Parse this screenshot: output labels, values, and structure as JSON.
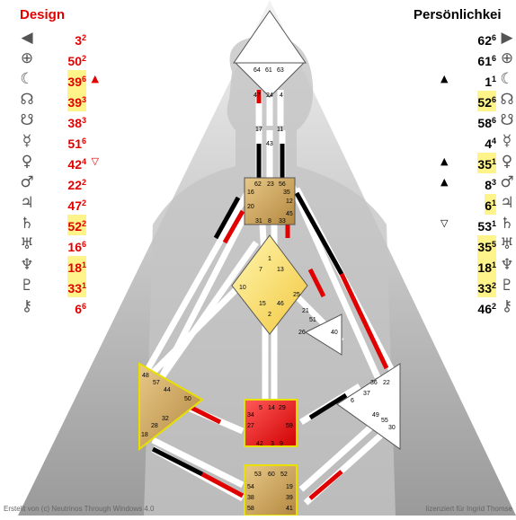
{
  "design": {
    "title": "Design",
    "rows": [
      {
        "icon": "◀",
        "num": "3",
        "line": "2",
        "hl": false,
        "arrow": ""
      },
      {
        "icon": "⊕",
        "num": "50",
        "line": "2",
        "hl": false,
        "arrow": ""
      },
      {
        "icon": "☾",
        "num": "39",
        "line": "6",
        "hl": true,
        "arrow": "▲"
      },
      {
        "icon": "☊",
        "num": "39",
        "line": "3",
        "hl": true,
        "arrow": ""
      },
      {
        "icon": "☋",
        "num": "38",
        "line": "3",
        "hl": false,
        "arrow": ""
      },
      {
        "icon": "☿",
        "num": "51",
        "line": "6",
        "hl": false,
        "arrow": ""
      },
      {
        "icon": "♀",
        "num": "42",
        "line": "4",
        "hl": false,
        "arrow": "▽"
      },
      {
        "icon": "♂",
        "num": "22",
        "line": "2",
        "hl": false,
        "arrow": ""
      },
      {
        "icon": "♃",
        "num": "47",
        "line": "2",
        "hl": false,
        "arrow": ""
      },
      {
        "icon": "♄",
        "num": "52",
        "line": "2",
        "hl": true,
        "arrow": ""
      },
      {
        "icon": "♅",
        "num": "16",
        "line": "6",
        "hl": false,
        "arrow": ""
      },
      {
        "icon": "♆",
        "num": "18",
        "line": "1",
        "hl": true,
        "arrow": ""
      },
      {
        "icon": "♇",
        "num": "33",
        "line": "1",
        "hl": true,
        "arrow": ""
      },
      {
        "icon": "⚷",
        "num": "6",
        "line": "6",
        "hl": false,
        "arrow": ""
      }
    ]
  },
  "personality": {
    "title": "Persönlichkei",
    "rows": [
      {
        "icon": "▶",
        "num": "62",
        "line": "6",
        "hl": false,
        "arrow": ""
      },
      {
        "icon": "⊕",
        "num": "61",
        "line": "6",
        "hl": false,
        "arrow": ""
      },
      {
        "icon": "☾",
        "num": "1",
        "line": "1",
        "hl": false,
        "arrow": "▲"
      },
      {
        "icon": "☊",
        "num": "52",
        "line": "6",
        "hl": true,
        "arrow": ""
      },
      {
        "icon": "☋",
        "num": "58",
        "line": "6",
        "hl": false,
        "arrow": ""
      },
      {
        "icon": "☿",
        "num": "4",
        "line": "4",
        "hl": false,
        "arrow": ""
      },
      {
        "icon": "♀",
        "num": "35",
        "line": "1",
        "hl": true,
        "arrow": "▲"
      },
      {
        "icon": "♂",
        "num": "8",
        "line": "3",
        "hl": false,
        "arrow": "▲"
      },
      {
        "icon": "♃",
        "num": "6",
        "line": "1",
        "hl": true,
        "arrow": ""
      },
      {
        "icon": "♄",
        "num": "53",
        "line": "1",
        "hl": false,
        "arrow": "▽"
      },
      {
        "icon": "♅",
        "num": "35",
        "line": "5",
        "hl": true,
        "arrow": ""
      },
      {
        "icon": "♆",
        "num": "18",
        "line": "1",
        "hl": true,
        "arrow": ""
      },
      {
        "icon": "♇",
        "num": "33",
        "line": "2",
        "hl": true,
        "arrow": ""
      },
      {
        "icon": "⚷",
        "num": "46",
        "line": "2",
        "hl": false,
        "arrow": ""
      }
    ]
  },
  "footer": {
    "left": "Erstellt von (c) Neutrinos Through Windows 4.0",
    "right": "lizenziert für Ingrid Thomse"
  },
  "colors": {
    "defined_red": "#e00000",
    "center_gold": "#c9a060",
    "g_center": "#ffd84a",
    "sacral": "#e82020",
    "highlight": "#fff48a"
  },
  "gates": {
    "head": [
      "64",
      "61",
      "63"
    ],
    "ajna": [
      "47",
      "24",
      "4"
    ],
    "ajna_out": [
      "17",
      "43",
      "11"
    ],
    "throat": [
      "62",
      "23",
      "56",
      "16",
      "35",
      "12",
      "20",
      "45",
      "31",
      "8",
      "33"
    ],
    "g": [
      "1",
      "7",
      "13",
      "10",
      "25",
      "15",
      "2",
      "46"
    ],
    "heart": [
      "21",
      "51",
      "26",
      "40"
    ],
    "spleen": [
      "48",
      "57",
      "44",
      "50",
      "32",
      "28",
      "18"
    ],
    "sacral": [
      "5",
      "14",
      "29",
      "34",
      "27",
      "59",
      "42",
      "3",
      "9"
    ],
    "solar": [
      "36",
      "22",
      "37",
      "6",
      "49",
      "55",
      "30"
    ],
    "root": [
      "53",
      "60",
      "52",
      "54",
      "19",
      "38",
      "39",
      "58",
      "41"
    ]
  }
}
